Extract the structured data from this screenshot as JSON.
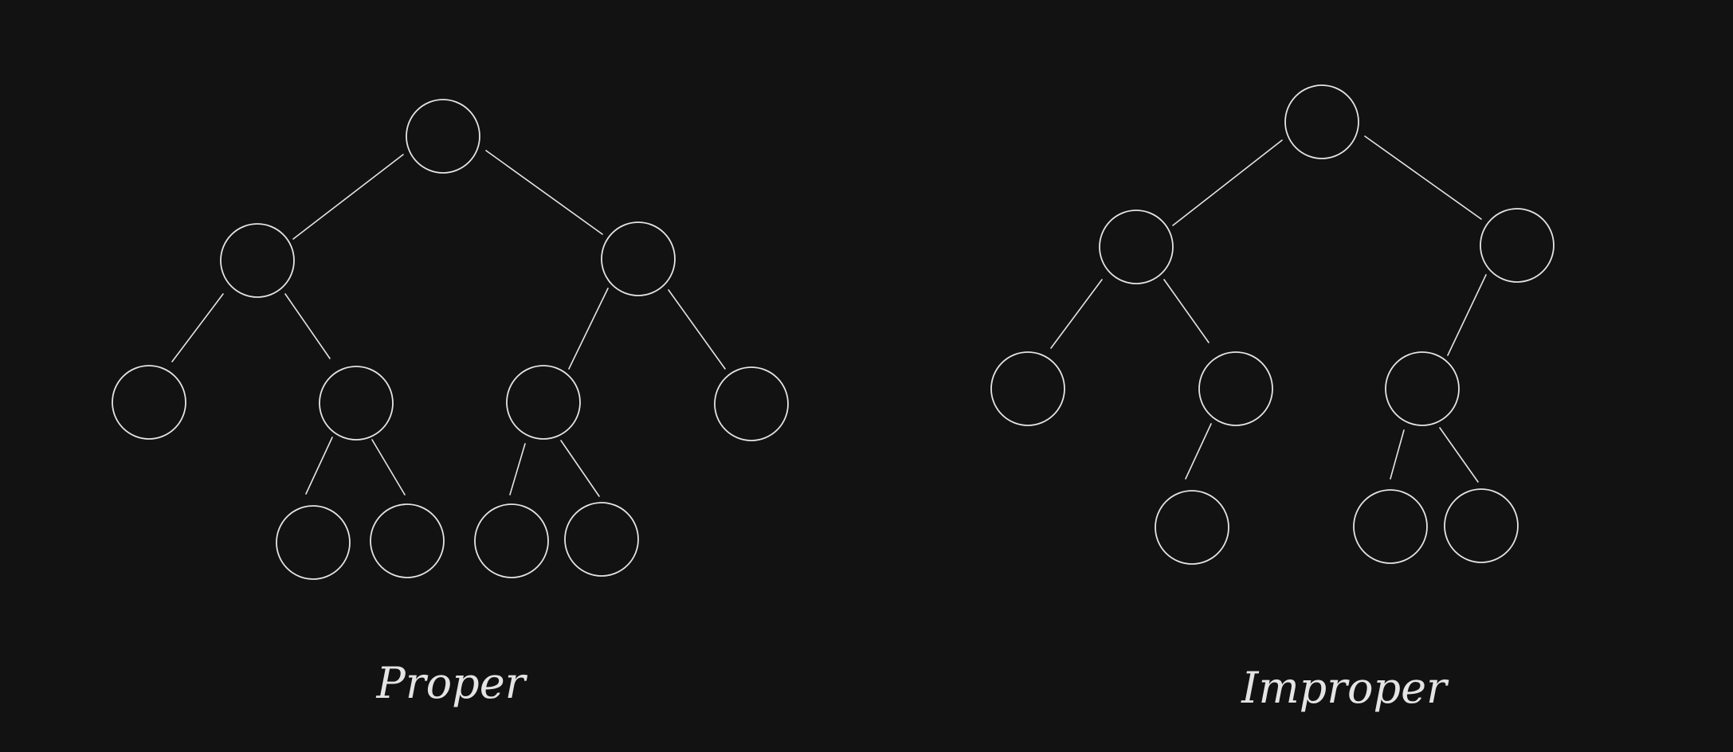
{
  "diagrams": [
    {
      "id": "proper",
      "label": "Proper"
    },
    {
      "id": "improper",
      "label": "Improper"
    }
  ],
  "style": {
    "background": "#121212",
    "stroke": "#e4e4e4"
  }
}
